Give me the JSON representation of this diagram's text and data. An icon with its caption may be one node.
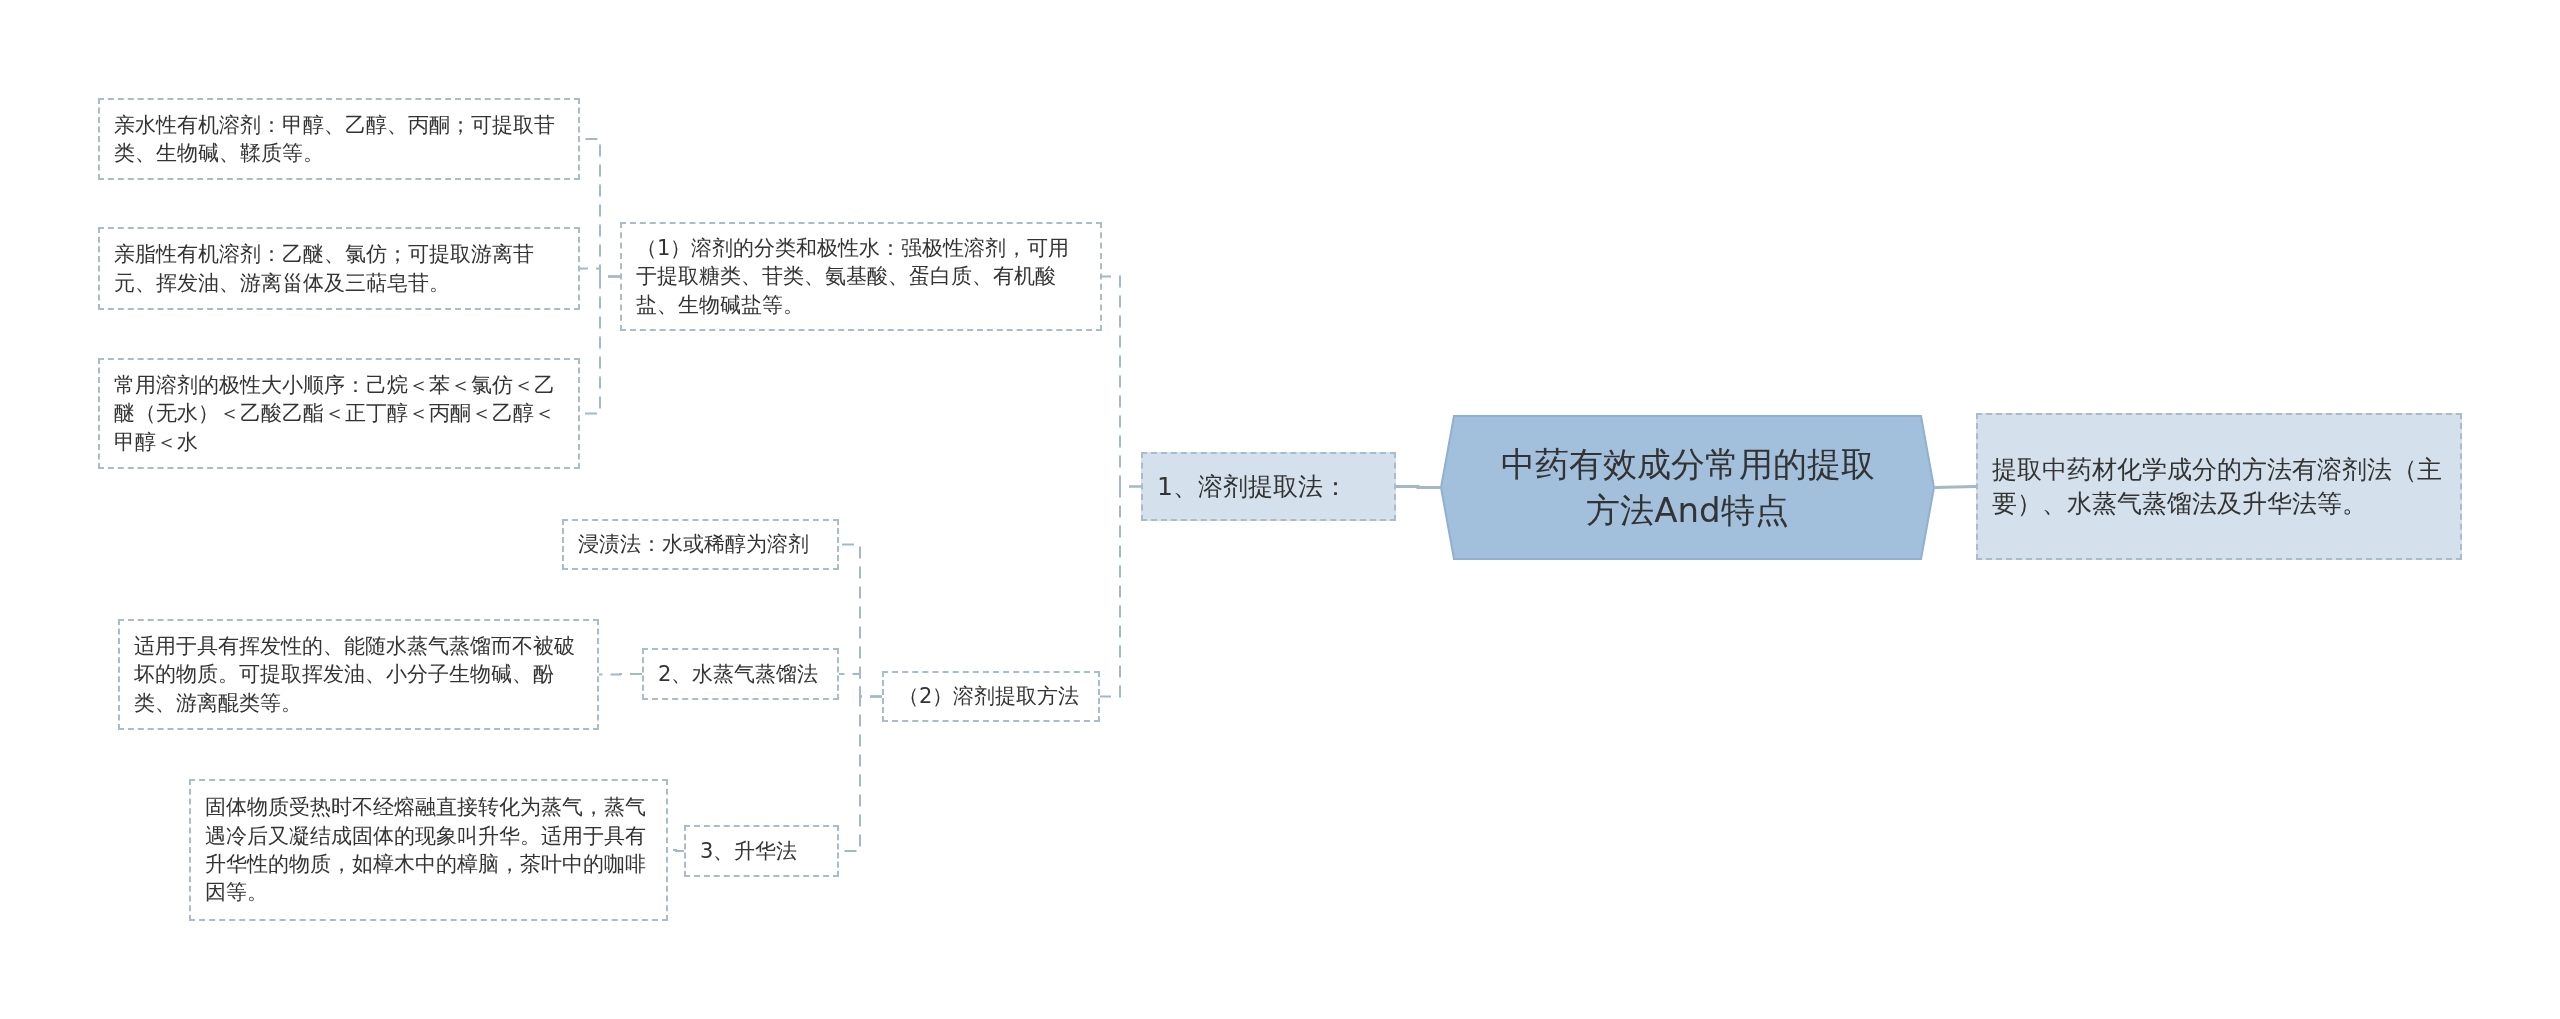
{
  "diagram": {
    "nodes": [
      {
        "text": [
          "中药有效成分常用的提取方法And特点"
        ]
      },
      {
        "text": [
          "提取中药材化学成分的方法有溶剂法（主要）、水蒸气蒸馏法及升华法等。"
        ]
      },
      {
        "text": [
          "1、溶剂提取法："
        ]
      },
      {
        "text": [
          "（1）溶剂的分类和极性水：强极性溶剂，可用于提取糖类、苷类、氨基酸、蛋白质、有机酸盐、生物碱盐等。"
        ]
      },
      {
        "text": [
          "亲水性有机溶剂：甲醇、乙醇、丙酮；可提取苷类、生物碱、鞣质等。"
        ]
      },
      {
        "text": [
          "亲脂性有机溶剂：乙醚、氯仿；可提取游离苷元、挥发油、游离甾体及三萜皂苷。"
        ]
      },
      {
        "text": [
          "常用溶剂的极性大小顺序：己烷＜苯＜氯仿＜乙醚（无水）＜乙酸乙酯＜正丁醇＜丙酮＜乙醇＜甲醇＜水"
        ]
      },
      {
        "text": [
          "（2）溶剂提取方法"
        ]
      },
      {
        "text": [
          "浸渍法：水或稀醇为溶剂"
        ]
      },
      {
        "text": [
          "2、水蒸气蒸馏法"
        ]
      },
      {
        "text": [
          "适用于具有挥发性的、能随水蒸气蒸馏而不被破坏的物质。可提取挥发油、小分子生物碱、酚类、游离醌类等。"
        ]
      },
      {
        "text": [
          "3、升华法"
        ]
      },
      {
        "text": [
          "固体物质受热时不经熔融直接转化为蒸气，蒸气遇冷后又凝结成固体的现象叫升华。适用于具有升华性的物质，如樟木中的樟脑，茶叶中的咖啡因等。"
        ]
      }
    ],
    "edges": [
      {
        "from": 0,
        "to": 1,
        "arrow": "none"
      },
      {
        "from": 0,
        "to": 2,
        "arrow": "none"
      },
      {
        "from": 2,
        "to": 3,
        "arrow": "none",
        "style": "dashed"
      },
      {
        "from": 2,
        "to": 7,
        "arrow": "none",
        "style": "dashed"
      },
      {
        "from": 3,
        "to": 4,
        "arrow": "none",
        "style": "dashed"
      },
      {
        "from": 3,
        "to": 5,
        "arrow": "none",
        "style": "dashed"
      },
      {
        "from": 3,
        "to": 6,
        "arrow": "none",
        "style": "dashed"
      },
      {
        "from": 7,
        "to": 8,
        "arrow": "none",
        "style": "dashed"
      },
      {
        "from": 7,
        "to": 9,
        "arrow": "none",
        "style": "dashed"
      },
      {
        "from": 7,
        "to": 11,
        "arrow": "none",
        "style": "dashed"
      },
      {
        "from": 9,
        "to": 10,
        "arrow": "none",
        "style": "dashed"
      },
      {
        "from": 11,
        "to": 12,
        "arrow": "none",
        "style": "dashed"
      }
    ]
  }
}
